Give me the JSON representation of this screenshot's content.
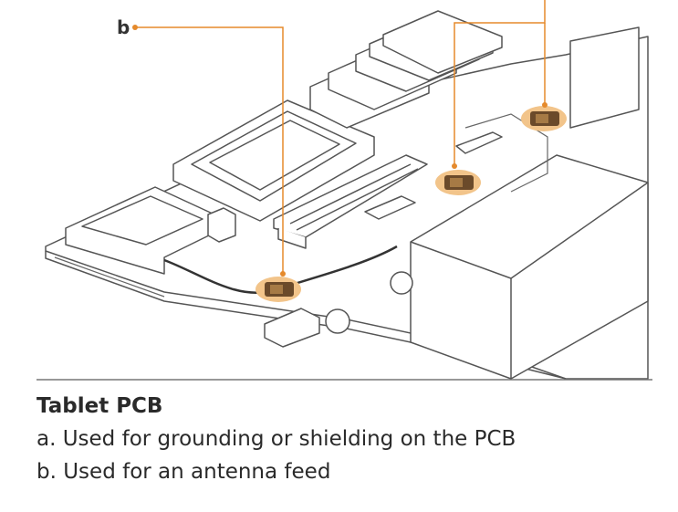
{
  "callouts": {
    "b_letter": "b"
  },
  "caption": {
    "title": "Tablet PCB",
    "line_a": "a. Used for grounding or shielding on the PCB",
    "line_b": "b. Used for an antenna feed"
  },
  "colors": {
    "accent": "#e58a2c",
    "highlight": "#f2c48a",
    "line": "#555555",
    "baseline": "#777777"
  },
  "icons": [
    "pcb-board-illustration",
    "contact-clip-icon"
  ]
}
